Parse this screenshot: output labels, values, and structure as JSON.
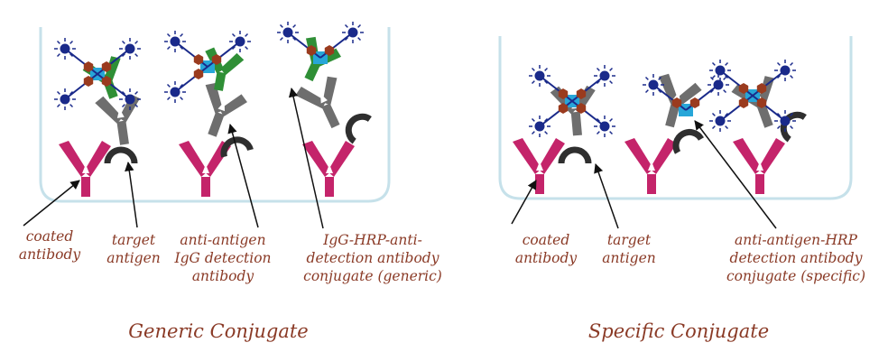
{
  "colors": {
    "well_outline": "#c6e1ea",
    "coated_antibody": "#c4246a",
    "detection_antibody": "#6e6e6e",
    "antigen": "#2f2f2f",
    "igg_conjugate": "#2f8f36",
    "hrp_core": "#27a6d8",
    "hrp_subunit": "#9a3b1e",
    "substrate": "#1a2a8a",
    "label_text": "#8a3a26",
    "arrow": "#111111"
  },
  "generic": {
    "title": "Generic Conjugate",
    "labels": {
      "coated": [
        "coated",
        "antibody"
      ],
      "antigen": [
        "target",
        "antigen"
      ],
      "detection": [
        "anti-antigen",
        "IgG detection",
        "antibody"
      ],
      "conjugate": [
        "IgG-HRP-anti-",
        "detection antibody",
        "conjugate (generic)"
      ]
    }
  },
  "specific": {
    "title": "Specific Conjugate",
    "labels": {
      "coated": [
        "coated",
        "antibody"
      ],
      "antigen": [
        "target",
        "antigen"
      ],
      "conjugate": [
        "anti-antigen-HRP",
        "detection antibody",
        "conjugate (specific)"
      ]
    }
  }
}
